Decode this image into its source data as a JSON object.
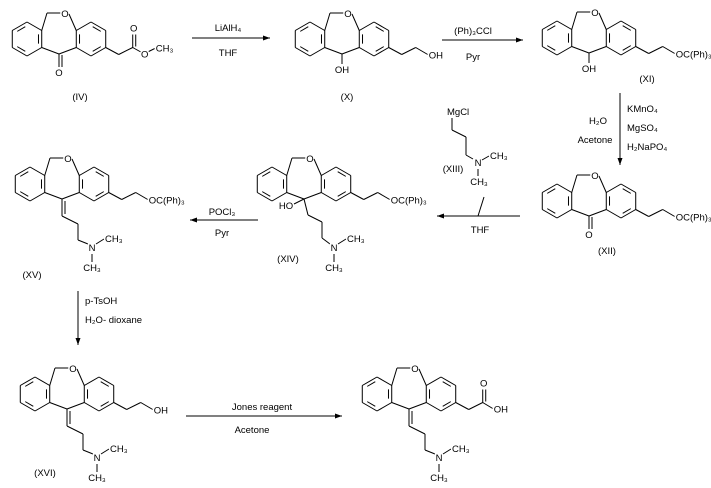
{
  "atoms": {
    "o": "O",
    "oh": "OH",
    "ho": "HO",
    "n": "N",
    "ch3": "CH₃",
    "otrityl": "OC(Ph)₃",
    "mgcl": "MgCl"
  },
  "compounds": {
    "iv": {
      "label": "(IV)"
    },
    "x": {
      "label": "(X)"
    },
    "xi": {
      "label": "(XI)"
    },
    "xii": {
      "label": "(XII)"
    },
    "xiii": {
      "label": "(XIII)"
    },
    "xiv": {
      "label": "(XIV)"
    },
    "xv": {
      "label": "(XV)"
    },
    "xvi": {
      "label": "(XVI)"
    }
  },
  "reactions": {
    "r1": {
      "above": "LiAlH₄",
      "below": "THF"
    },
    "r2": {
      "above": "(Ph)₃CCl",
      "below": "Pyr"
    },
    "r3": {
      "right": [
        "KMnO₄",
        "MgSO₄",
        "H₂NaPO₄"
      ],
      "left": [
        "H₂O",
        "Acetone"
      ]
    },
    "r4": {
      "below": "THF"
    },
    "r5": {
      "above": "POCl₃",
      "below": "Pyr"
    },
    "r6": {
      "right": [
        "p-TsOH",
        "H₂O- dioxane"
      ]
    },
    "r7": {
      "above": "Jones reagent",
      "below": "Acetone"
    }
  }
}
